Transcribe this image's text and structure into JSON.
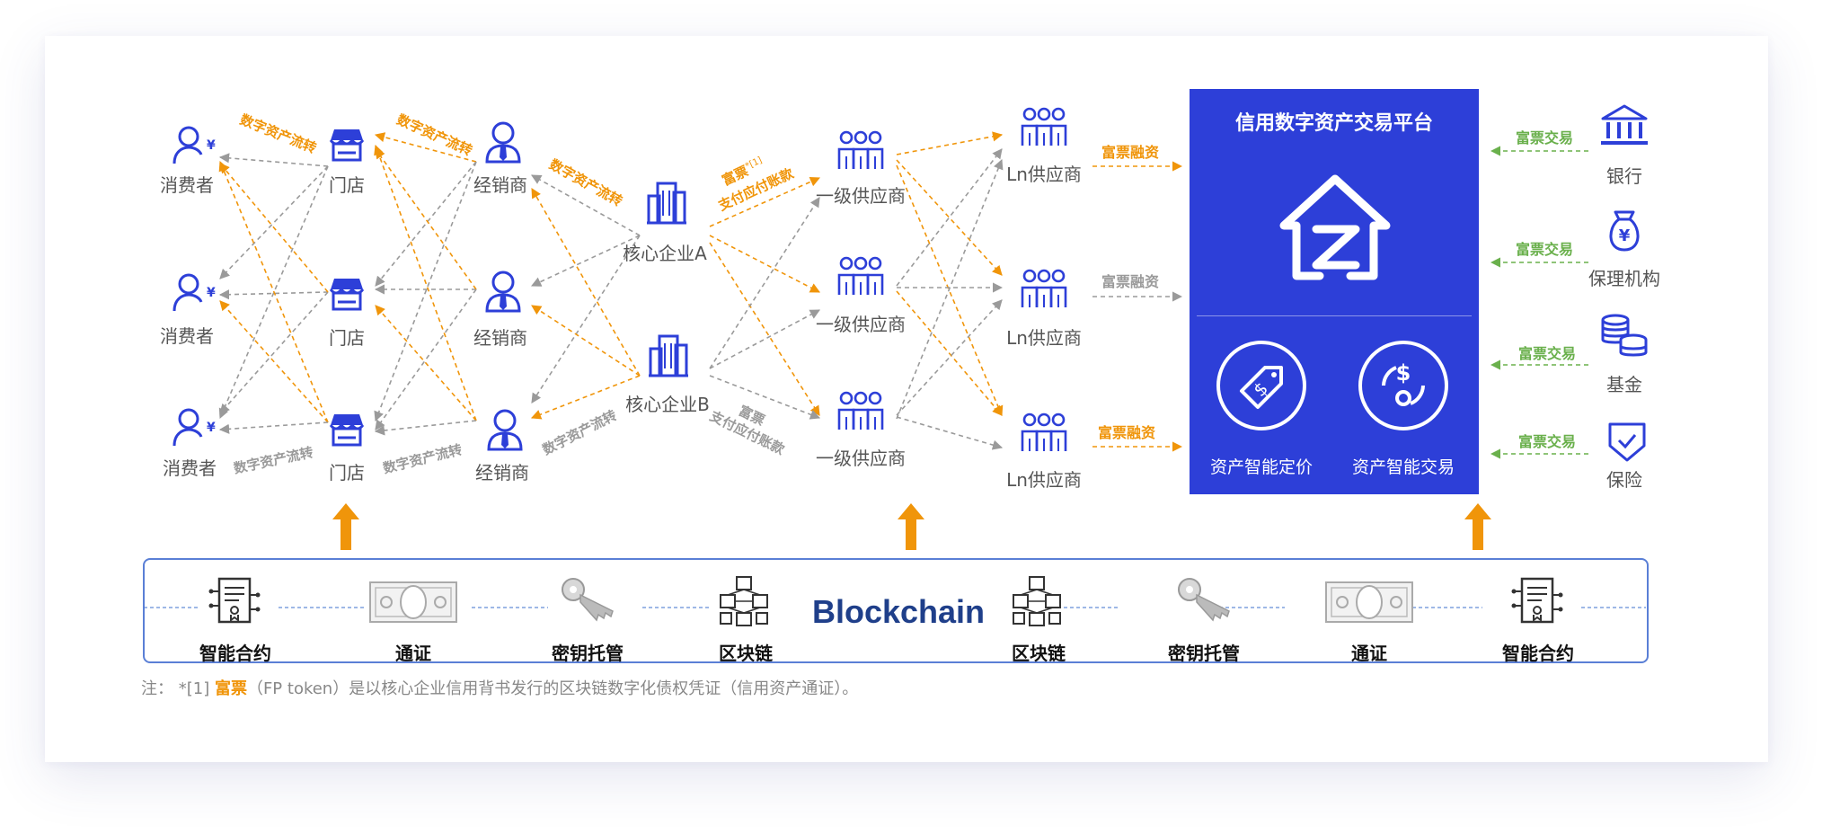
{
  "colors": {
    "orange": "#f0950a",
    "gray": "#9a9a9a",
    "green": "#6ab04c",
    "blue": "#2d3fd8",
    "navy": "#1f3f8a"
  },
  "nodes": {
    "consumer_1": "消费者",
    "consumer_2": "消费者",
    "consumer_3": "消费者",
    "store_1": "门店",
    "store_2": "门店",
    "store_3": "门店",
    "dealer_1": "经销商",
    "dealer_2": "经销商",
    "dealer_3": "经销商",
    "core_a": "核心企业A",
    "core_b": "核心企业B",
    "tier1_1": "一级供应商",
    "tier1_2": "一级供应商",
    "tier1_3": "一级供应商",
    "ln_1": "Ln供应商",
    "ln_2": "Ln供应商",
    "ln_3": "Ln供应商"
  },
  "edge_labels": {
    "flow_top_1": "数字资产流转",
    "flow_top_2": "数字资产流转",
    "flow_top_3": "数字资产流转",
    "flow_bottom_1": "数字资产流转",
    "flow_bottom_2": "数字资产流转",
    "flow_bottom_3": "数字资产流转",
    "fp_top_1": "富票",
    "fp_top_sup": "*[1]",
    "fp_top_2": "支付应付账款",
    "fp_bottom_1": "富票",
    "fp_bottom_2": "支付应付账款",
    "finance_1": "富票融资",
    "finance_2": "富票融资",
    "finance_3": "富票融资"
  },
  "platform": {
    "title": "信用数字资产交易平台",
    "pricing": "资产智能定价",
    "trading": "资产智能交易"
  },
  "institutions": [
    {
      "name": "银行",
      "icon": "bank-icon",
      "edge": "富票交易"
    },
    {
      "name": "保理机构",
      "icon": "money-bag-icon",
      "edge": "富票交易"
    },
    {
      "name": "基金",
      "icon": "coins-icon",
      "edge": "富票交易"
    },
    {
      "name": "保险",
      "icon": "shield-icon",
      "edge": "富票交易"
    }
  ],
  "chain": {
    "title": "Blockchain",
    "items": [
      {
        "label": "智能合约",
        "icon": "smart-contract-icon"
      },
      {
        "label": "通证",
        "icon": "banknote-icon"
      },
      {
        "label": "密钥托管",
        "icon": "key-icon"
      },
      {
        "label": "区块链",
        "icon": "blockchain-icon"
      },
      {
        "label": "区块链",
        "icon": "blockchain-icon"
      },
      {
        "label": "密钥托管",
        "icon": "key-icon"
      },
      {
        "label": "通证",
        "icon": "banknote-icon"
      },
      {
        "label": "智能合约",
        "icon": "smart-contract-icon"
      }
    ]
  },
  "note": {
    "prefix": "注：  *[1]  ",
    "highlight": "富票",
    "suffix": "（FP token）是以核心企业信用背书发行的区块链数字化债权凭证（信用资产通证）。"
  }
}
